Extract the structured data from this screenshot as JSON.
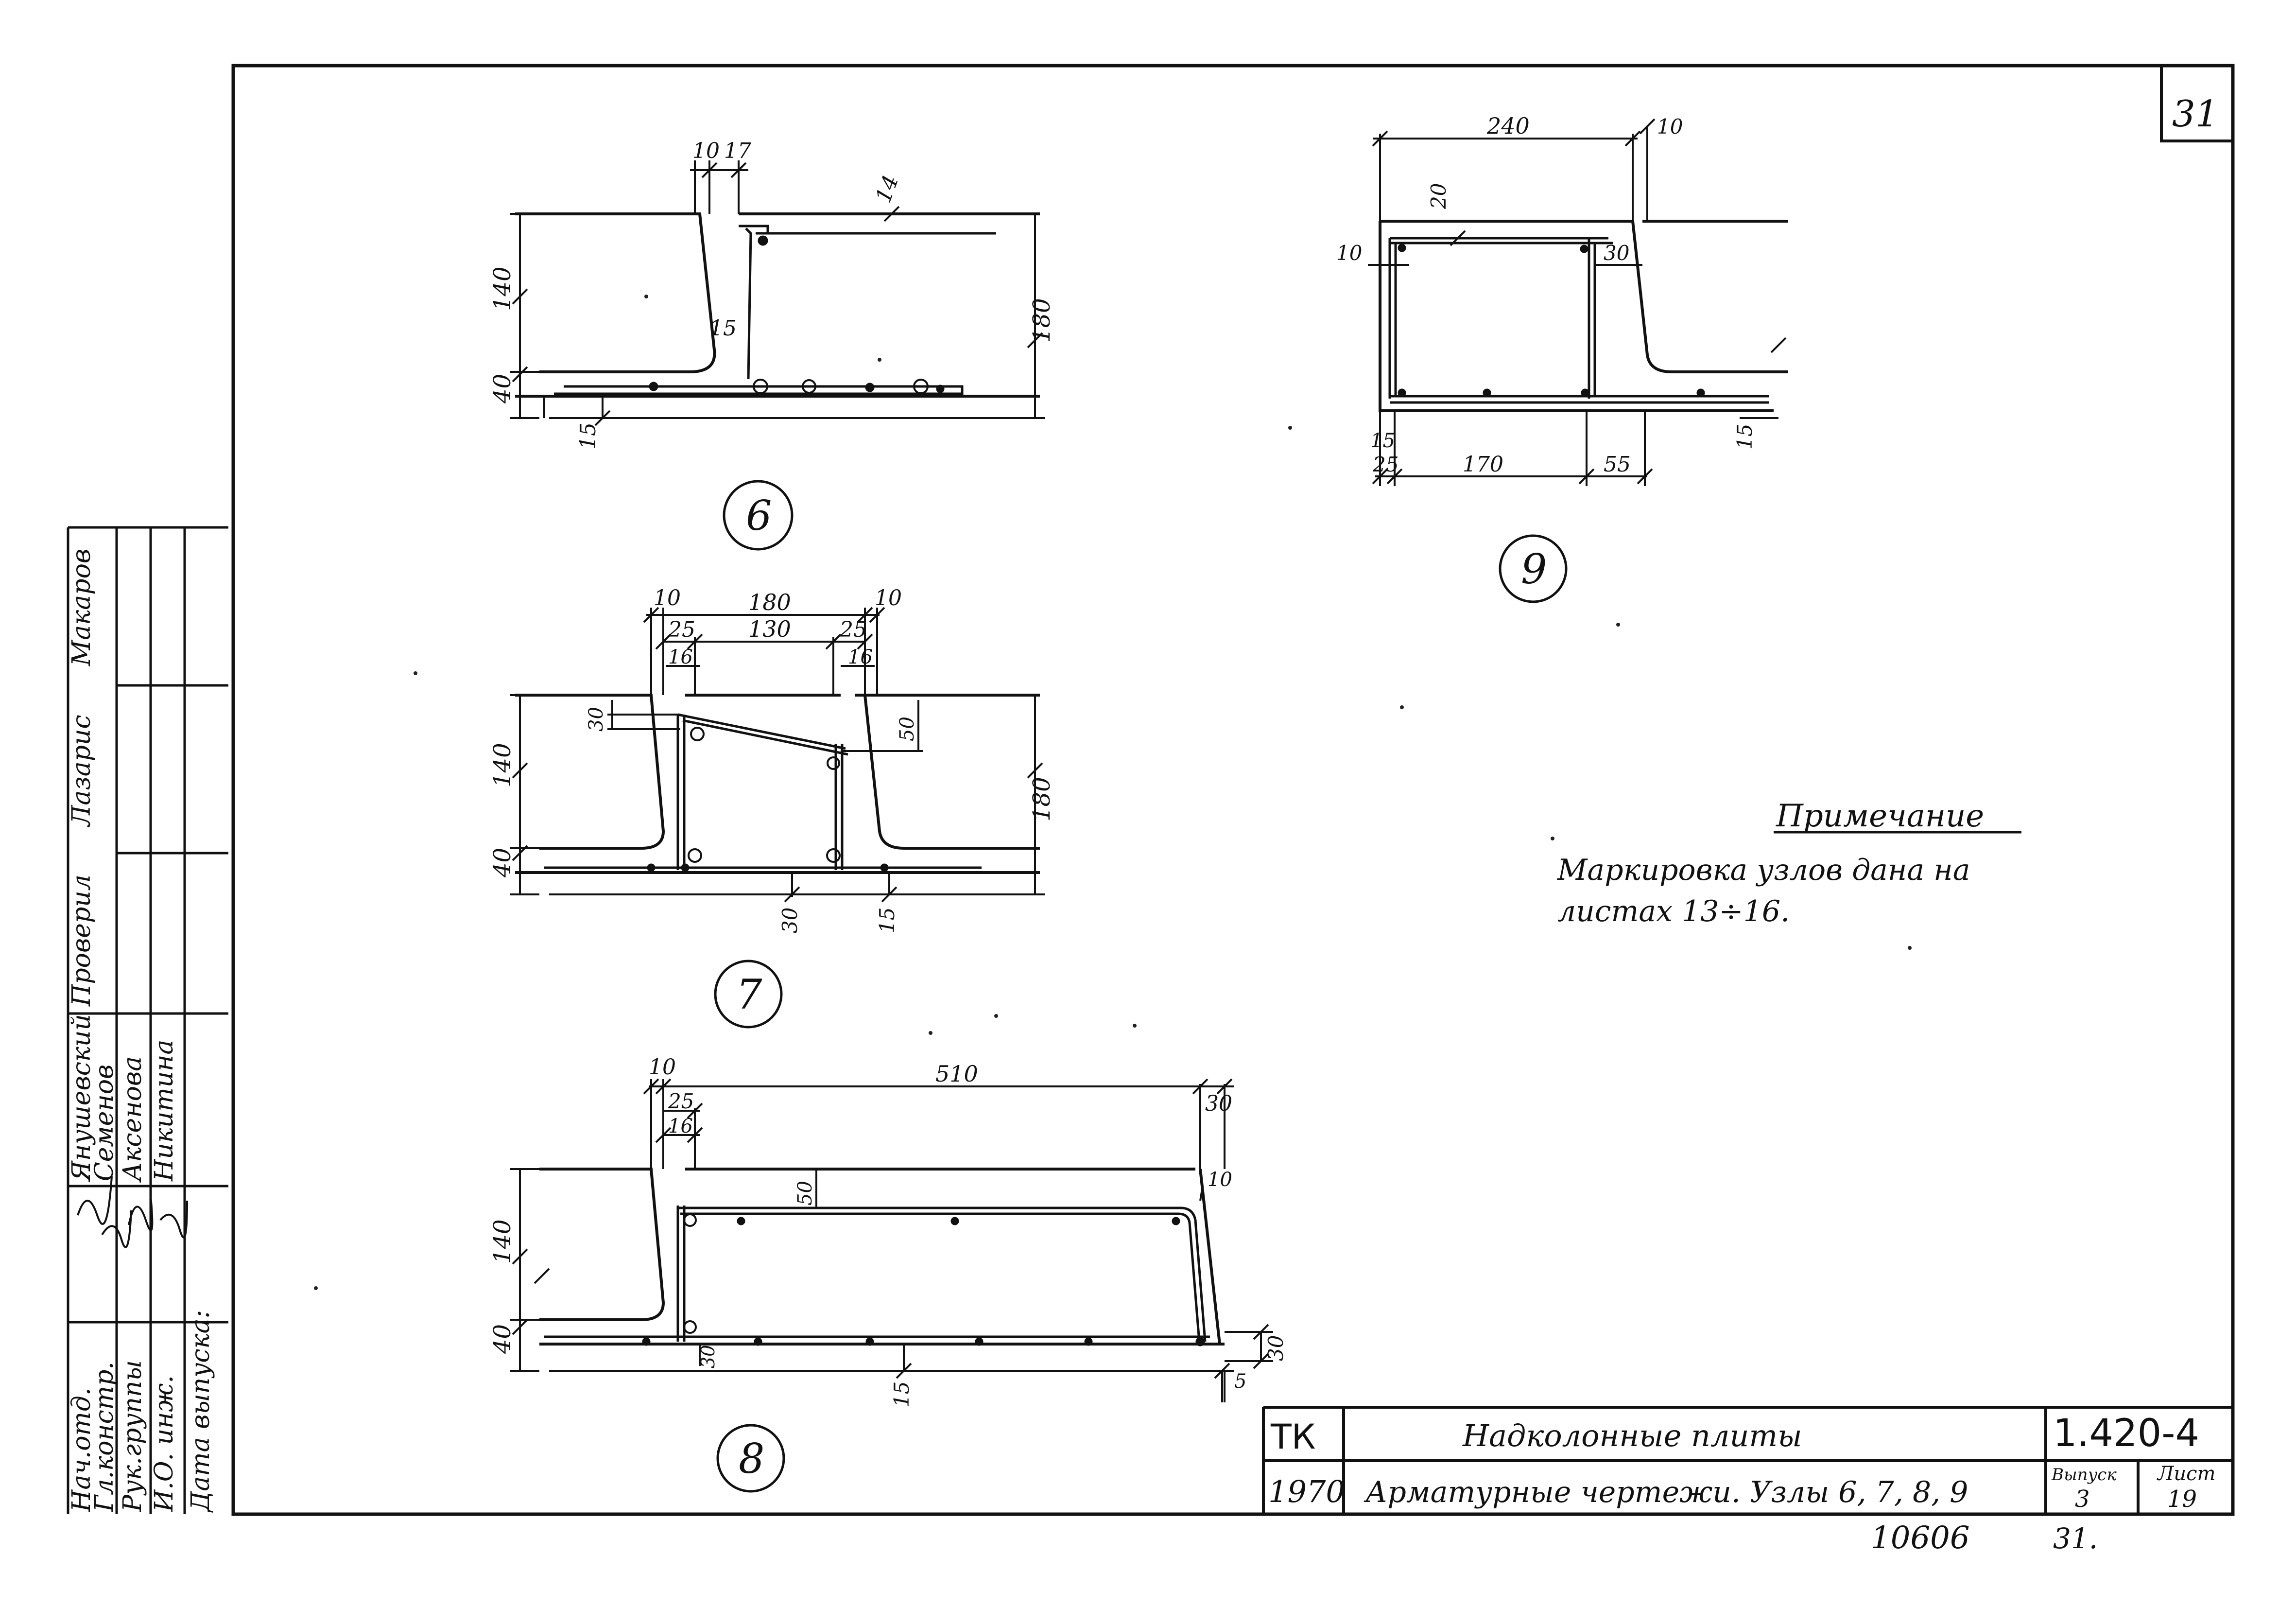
{
  "sheet": {
    "page_number": "31",
    "bottom_number": "10606",
    "bottom_sheet_ref": "31."
  },
  "title_block": {
    "code": "ТК",
    "year": "1970",
    "title_line1": "Надколонные плиты",
    "title_line2": "Арматурные чертежи. Узлы 6, 7, 8, 9",
    "series": "1.420-4",
    "issue_label": "Выпуск",
    "issue_value": "3",
    "sheet_label": "Лист",
    "sheet_value": "19"
  },
  "side_stamp": {
    "roles": [
      "Нач.отд.",
      "Гл.констр.",
      "Рук.группы",
      "И.О. инж.",
      "Дата выпуска:"
    ],
    "names": [
      "Янушевский",
      "Семенов",
      "Аксенова",
      "Никитина"
    ],
    "upper_labels": [
      "Проверил",
      "Лазарис",
      "Макаров"
    ]
  },
  "note": {
    "heading": "Примечание",
    "line1": "Маркировка узлов дана на",
    "line2": "листах 13÷16."
  },
  "nodes": {
    "n6": {
      "label": "6",
      "dims": {
        "top_a": "10",
        "top_b": "17",
        "cover": "14",
        "h_rib": "140",
        "h_slab": "40",
        "h_total": "180",
        "bend": "15",
        "bottom": "15"
      }
    },
    "n7": {
      "label": "7",
      "dims": {
        "left_10": "10",
        "total_180": "180",
        "right_10": "10",
        "left_25": "25",
        "mid_130": "130",
        "right_25": "25",
        "left_16": "16",
        "right_16": "16",
        "left_30": "30",
        "right_50": "50",
        "h_rib": "140",
        "h_slab": "40",
        "h_total": "180",
        "bottom_30": "30",
        "bottom_15": "15"
      }
    },
    "n8": {
      "label": "8",
      "dims": {
        "top_10": "10",
        "total_510": "510",
        "right_30": "30",
        "left_25": "25",
        "left_16": "16",
        "mid_50": "50",
        "right_10": "10",
        "h_rib": "140",
        "h_slab": "40",
        "bottom_30": "30",
        "bottom_15": "15",
        "right_30b": "30",
        "right_5": "5"
      }
    },
    "n9": {
      "label": "9",
      "dims": {
        "top_240": "240",
        "top_10": "10",
        "cover_20": "20",
        "left_10": "10",
        "right_30": "30",
        "left_15": "15",
        "b_25": "25",
        "b_170": "170",
        "b_55": "55",
        "right_15": "15"
      }
    }
  }
}
